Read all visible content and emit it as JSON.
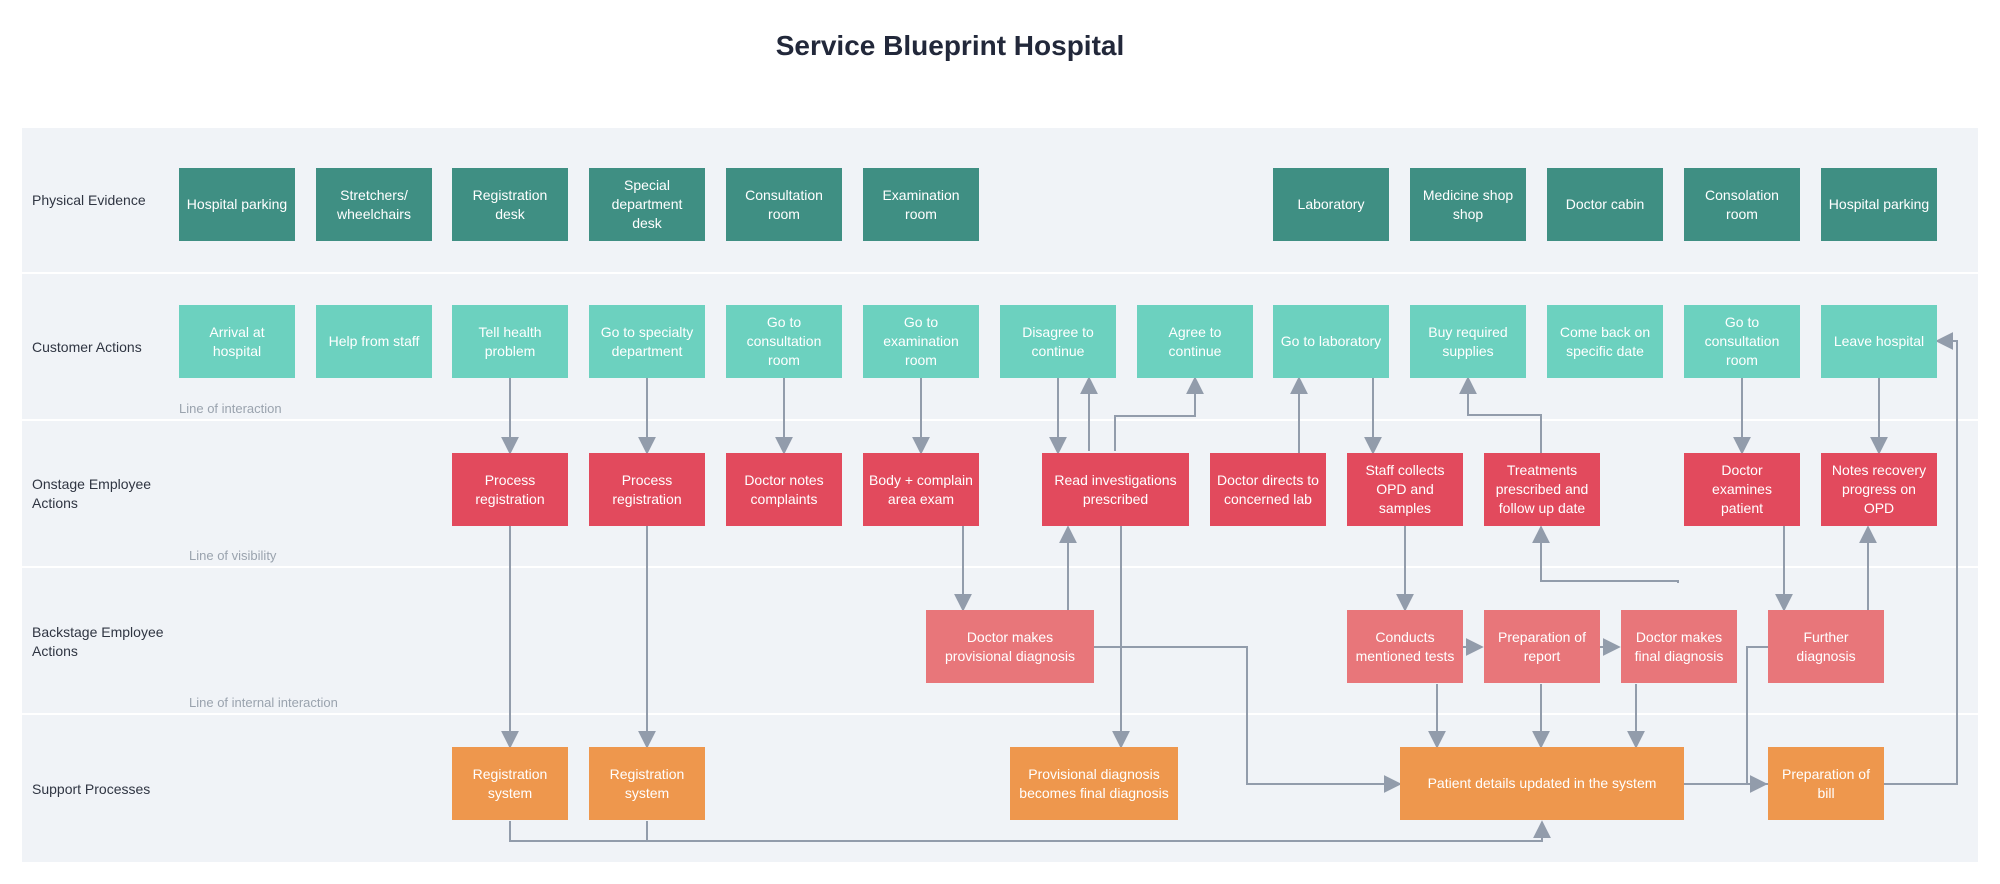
{
  "title": "Service Blueprint Hospital",
  "lanes": {
    "physical": "Physical Evidence",
    "customer": "Customer Actions",
    "onstage": "Onstage Employee Actions",
    "backstage": "Backstage Employee Actions",
    "support": "Support Processes"
  },
  "lines": {
    "interaction": "Line of interaction",
    "visibility": "Line of visibility",
    "internal": "Line of internal interaction"
  },
  "physical": {
    "p1": "Hospital parking",
    "p2": "Stretchers/ wheelchairs",
    "p3": "Registration desk",
    "p4": "Special department desk",
    "p5": "Consultation room",
    "p6": "Examination room",
    "p7": "Laboratory",
    "p8": "Medicine shop shop",
    "p9": "Doctor cabin",
    "p10": "Consolation room",
    "p11": "Hospital parking"
  },
  "customer": {
    "c1": "Arrival at hospital",
    "c2": "Help from staff",
    "c3": "Tell health problem",
    "c4": "Go to specialty department",
    "c5": "Go to consultation room",
    "c6": "Go to examination room",
    "c7": "Disagree to continue",
    "c8": "Agree to continue",
    "c9": "Go to laboratory",
    "c10": "Buy required supplies",
    "c11": "Come back on specific date",
    "c12": "Go to consultation room",
    "c13": "Leave hospital"
  },
  "onstage": {
    "o1": "Process registration",
    "o2": "Process registration",
    "o3": "Doctor notes complaints",
    "o4": "Body + complain area exam",
    "o5": "Read investigations prescribed",
    "o6": "Doctor directs to concerned lab",
    "o7": "Staff collects OPD and samples",
    "o8": "Treatments prescribed and follow up date",
    "o9": "Doctor examines patient",
    "o10": "Notes recovery progress on OPD"
  },
  "backstage": {
    "b1": "Doctor makes provisional diagnosis",
    "b2": "Conducts mentioned tests",
    "b3": "Preparation of report",
    "b4": "Doctor makes final diagnosis",
    "b5": "Further diagnosis"
  },
  "support": {
    "s1": "Registration system",
    "s2": "Registration system",
    "s3": "Provisional diagnosis becomes final diagnosis",
    "s4": "Patient details updated in the system",
    "s5": "Preparation of bill"
  },
  "colors": {
    "physical": "#3f8f83",
    "customer": "#6cd1bf",
    "onstage": "#e24a5d",
    "backstage": "#e8767a",
    "support": "#ee974d",
    "connector": "#929cab"
  }
}
